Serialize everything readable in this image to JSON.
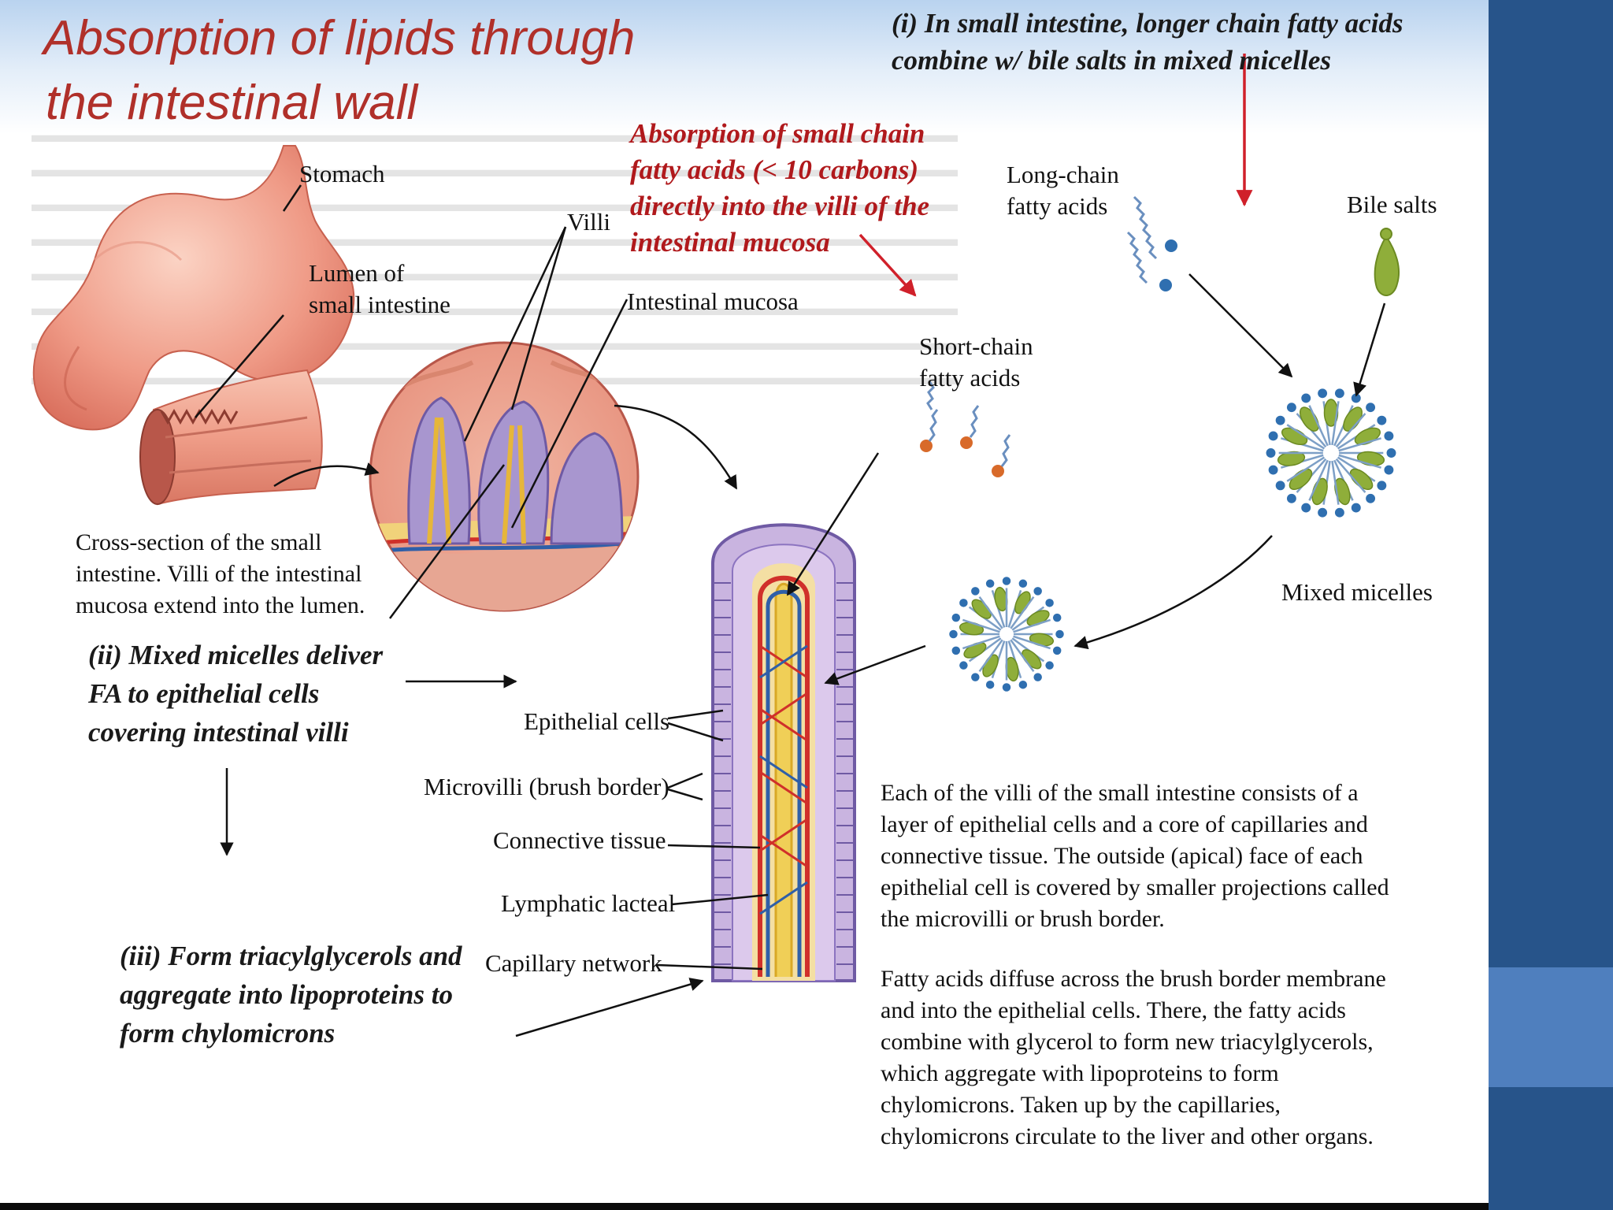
{
  "slide": {
    "title_line1": "Absorption of lipids through",
    "title_line2": "the intestinal wall"
  },
  "notes": {
    "step_i_line1": "(i) In small intestine, longer chain fatty acids",
    "step_i_line2": "combine w/ bile salts in mixed micelles",
    "short_chain_line1": "Absorption of small chain",
    "short_chain_line2": "fatty acids (< 10 carbons)",
    "short_chain_line3": "directly into the villi of the",
    "short_chain_line4": "intestinal mucosa",
    "step_ii_line1": "(ii) Mixed micelles deliver",
    "step_ii_line2": "FA to epithelial cells",
    "step_ii_line3": "covering intestinal villi",
    "step_iii_line1": "(iii) Form triacylglycerols and",
    "step_iii_line2": "aggregate into lipoproteins to",
    "step_iii_line3": "form chylomicrons"
  },
  "labels": {
    "stomach": "Stomach",
    "villi": "Villi",
    "lumen_line1": "Lumen of",
    "lumen_line2": "small intestine",
    "intestinal_mucosa": "Intestinal mucosa",
    "long_chain_line1": "Long-chain",
    "long_chain_line2": "fatty acids",
    "bile_salts": "Bile salts",
    "short_chain_line1": "Short-chain",
    "short_chain_line2": "fatty acids",
    "mixed_micelles": "Mixed micelles",
    "epithelial_cells": "Epithelial cells",
    "microvilli": "Microvilli (brush border)",
    "connective_tissue": "Connective tissue",
    "lymphatic_lacteal": "Lymphatic lacteal",
    "capillary_network": "Capillary network"
  },
  "captions": {
    "cross_section_line1": "Cross-section of the small",
    "cross_section_line2": "intestine. Villi of the intestinal",
    "cross_section_line3": "mucosa extend into the lumen.",
    "villi_desc": [
      "Each of the villi of the small intestine consists of a",
      "layer of epithelial cells and a core of capillaries and",
      "connective tissue. The outside (apical) face of each",
      "epithelial cell is covered by smaller projections called",
      "the microvilli or brush border."
    ],
    "fatty_acid_desc": [
      "Fatty acids diffuse across the brush border membrane",
      "and into the epithelial cells. There, the fatty acids",
      "combine with glycerol to form new triacylglycerols,",
      "which aggregate with lipoproteins to form",
      "chylomicrons. Taken up by the capillaries,",
      "chylomicrons circulate to the liver and other organs."
    ]
  },
  "colors": {
    "title": "#b0302a",
    "note_red": "#b0191c",
    "sidebar": "#27548a",
    "sidebar_band": "#4f7fbe",
    "micelle_head": "#2f6fb0",
    "bile_salt": "#8fae3a"
  }
}
